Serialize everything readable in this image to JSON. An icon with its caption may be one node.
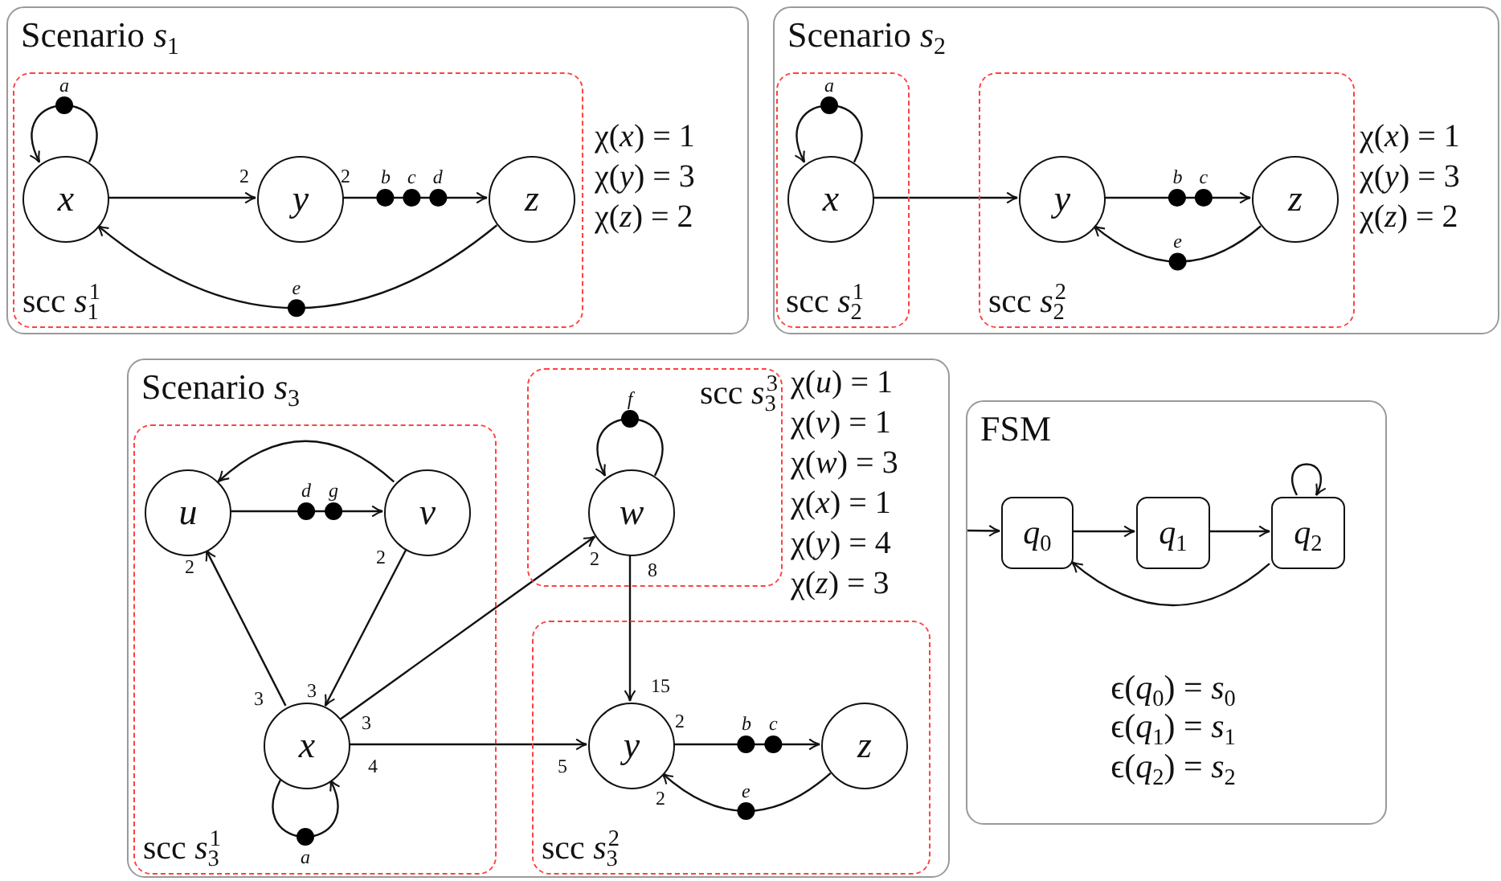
{
  "diagram": {
    "nodes": [
      {
        "text": [
          "Scenario *s*$_{1}$"
        ]
      },
      {
        "text": [
          "scc *s*$_{1}$$^{1}$"
        ],
        "in": 0
      },
      {
        "text": [
          "x"
        ],
        "in": 1
      },
      {
        "text": [
          "y"
        ],
        "in": 1
      },
      {
        "text": [
          "z"
        ],
        "in": 1
      },
      {
        "text": [
          "Scenario *s*$_{2}$"
        ]
      },
      {
        "text": [
          "scc *s*$_{2}$$^{1}$"
        ],
        "in": 5
      },
      {
        "text": [
          "x"
        ],
        "in": 6
      },
      {
        "text": [
          "scc *s*$_{2}$$^{2}$"
        ],
        "in": 5
      },
      {
        "text": [
          "y"
        ],
        "in": 8
      },
      {
        "text": [
          "z"
        ],
        "in": 8
      },
      {
        "text": [
          "Scenario *s*$_{3}$"
        ]
      },
      {
        "text": [
          "scc *s*$_{3}$$^{1}$"
        ],
        "in": 11
      },
      {
        "text": [
          "u"
        ],
        "in": 12
      },
      {
        "text": [
          "v"
        ],
        "in": 12
      },
      {
        "text": [
          "x"
        ],
        "in": 12
      },
      {
        "text": [
          "scc *s*$_{3}$$^{3}$"
        ],
        "in": 11
      },
      {
        "text": [
          "w"
        ],
        "in": 16
      },
      {
        "text": [
          "scc *s*$_{3}$$^{2}$"
        ],
        "in": 11
      },
      {
        "text": [
          "y"
        ],
        "in": 18
      },
      {
        "text": [
          "z"
        ],
        "in": 18
      },
      {
        "text": [
          "FSM"
        ]
      },
      {
        "text": [
          "*q*$_{0}$"
        ],
        "in": 21
      },
      {
        "text": [
          "*q*$_{1}$"
        ],
        "in": 21
      },
      {
        "text": [
          "*q*$_{2}$"
        ],
        "in": 21
      }
    ],
    "edges": [
      {
        "from": 2,
        "to": 2,
        "arrow": "to",
        "label": "a"
      },
      {
        "from": 2,
        "to": 3,
        "arrow": "to"
      },
      {
        "from": 3,
        "to": 4,
        "arrow": "to",
        "label": "b c d"
      },
      {
        "from": 4,
        "to": 2,
        "arrow": "to",
        "label": "e"
      },
      {
        "from": 7,
        "to": 7,
        "arrow": "to",
        "label": "a"
      },
      {
        "from": 7,
        "to": 9,
        "arrow": "to"
      },
      {
        "from": 9,
        "to": 10,
        "arrow": "to",
        "label": "b c"
      },
      {
        "from": 10,
        "to": 9,
        "arrow": "to",
        "label": "e"
      },
      {
        "from": 14,
        "to": 13,
        "arrow": "to"
      },
      {
        "from": 13,
        "to": 14,
        "arrow": "to",
        "label": "d g"
      },
      {
        "from": 14,
        "to": 15,
        "arrow": "to"
      },
      {
        "from": 15,
        "to": 13,
        "arrow": "to"
      },
      {
        "from": 15,
        "to": 17,
        "arrow": "to"
      },
      {
        "from": 17,
        "to": 17,
        "arrow": "to",
        "label": "f"
      },
      {
        "from": 17,
        "to": 19,
        "arrow": "to"
      },
      {
        "from": 15,
        "to": 19,
        "arrow": "to"
      },
      {
        "from": 15,
        "to": 15,
        "arrow": "to",
        "label": "a"
      },
      {
        "from": 19,
        "to": 20,
        "arrow": "to",
        "label": "b c"
      },
      {
        "from": 20,
        "to": 19,
        "arrow": "to",
        "label": "e"
      },
      {
        "from": null,
        "to": 22,
        "arrow": "to"
      },
      {
        "from": 22,
        "to": 23,
        "arrow": "to"
      },
      {
        "from": 23,
        "to": 24,
        "arrow": "to"
      },
      {
        "from": 24,
        "to": 24,
        "arrow": "to"
      },
      {
        "from": 24,
        "to": 22,
        "arrow": "to"
      }
    ],
    "labels": [
      "2",
      "2",
      "χ(*x*) = 1",
      "χ(*y*) = 3",
      "χ(*z*) = 2",
      "χ(*x*) = 1",
      "χ(*y*) = 3",
      "χ(*z*) = 2",
      "2",
      "2",
      "3",
      "3",
      "3",
      "4",
      "2",
      "8",
      "15",
      "5",
      "2",
      "2",
      "χ(*u*) = 1",
      "χ(*v*) = 1",
      "χ(*w*) = 3",
      "χ(*x*) = 1",
      "χ(*y*) = 4",
      "χ(*z*) = 3",
      "ϵ(*q*$_{0}$) = *s*$_{0}$",
      "ϵ(*q*$_{1}$) = *s*$_{1}$",
      "ϵ(*q*$_{2}$) = *s*$_{2}$"
    ]
  }
}
